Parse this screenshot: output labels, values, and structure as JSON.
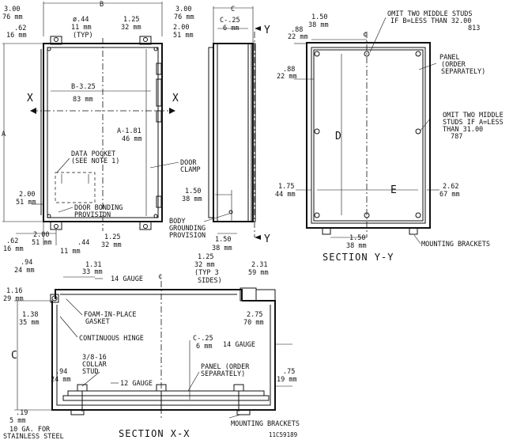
{
  "front_view": {
    "dim_b": "B",
    "dim_a": "A",
    "top_left_in": "3.00",
    "top_left_mm": "76 mm",
    "top_right_in": "3.00",
    "top_right_mm": "76 mm",
    "edge_left_in": ".62",
    "edge_left_mm": "16 mm",
    "hole_in": "ø.44",
    "hole_mm": "11 mm",
    "hole_typ": "(TYP)",
    "stud_in": "1.25",
    "stud_mm": "32 mm",
    "edge_right_in": "2.00",
    "edge_right_mm": "51 mm",
    "b_minus_in": "B-3.25",
    "b_minus_mm": "83 mm",
    "a_minus_in": "A-1.81",
    "a_minus_mm": "46 mm",
    "section_mark": "X",
    "data_pocket_1": "DATA POCKET",
    "data_pocket_2": "(SEE NOTE 1)",
    "door_bonding_1": "DOOR BONDING",
    "door_bonding_2": "PROVISION",
    "door_clamp_1": "DOOR",
    "door_clamp_2": "CLAMP",
    "left_2_in": "2.00",
    "left_2_mm": "51 mm",
    "bot_62_in": ".62",
    "bot_62_mm": "16 mm",
    "bot_200_in": "2.00",
    "bot_200_mm": "51 mm",
    "bot_44_in": ".44",
    "bot_44_mm": "11 mm",
    "bot_125_in": "1.25",
    "bot_125_mm": "32 mm"
  },
  "side_view": {
    "dim_c": "C",
    "c_minus_in": "C-.25",
    "c_minus_mm": "6 mm",
    "section_mark": "Y",
    "d150_in": "1.50",
    "d150_mm": "38 mm",
    "body_ground_1": "BODY",
    "body_ground_2": "GROUNDING",
    "body_ground_3": "PROVISION",
    "bot150_in": "1.50",
    "bot150_mm": "38 mm"
  },
  "section_yy": {
    "title": "SECTION Y-Y",
    "top_150_in": "1.50",
    "top_150_mm": "38 mm",
    "cl": "¢",
    "omit_b_1": "OMIT TWO MIDDLE STUDS",
    "omit_b_2": "IF B=LESS THAN 32.00",
    "omit_b_3": "813",
    "d88a_in": ".88",
    "d88a_mm": "22 mm",
    "d88b_in": ".88",
    "d88b_mm": "22 mm",
    "panel_1": "PANEL",
    "panel_2": "(ORDER",
    "panel_3": "SEPARATELY)",
    "omit_a_1": "OMIT TWO MIDDLE",
    "omit_a_2": "STUDS IF A=LESS",
    "omit_a_3": "THAN 31.00",
    "omit_a_4": "787",
    "dim_d": "D",
    "dim_e": "E",
    "left_175_in": "1.75",
    "left_175_mm": "44 mm",
    "right_262_in": "2.62",
    "right_262_mm": "67 mm",
    "bot_150_in": "1.50",
    "bot_150_mm": "38 mm",
    "mounting": "MOUNTING BRACKETS"
  },
  "section_xx": {
    "title": "SECTION X-X",
    "d94_in": ".94",
    "d94_mm": "24 mm",
    "d131_in": "1.31",
    "d131_mm": "33 mm",
    "d125_in": "1.25",
    "d125_mm": "32 mm",
    "d125_typ": "(TYP 3",
    "d125_sides": "SIDES)",
    "d231_in": "2.31",
    "d231_mm": "59 mm",
    "gauge14_top": "14 GAUGE",
    "d116_in": "1.16",
    "d116_mm": "29 mm",
    "foam_1": "FOAM-IN-PLACE",
    "foam_2": "GASKET",
    "cl": "¢",
    "d138_in": "1.38",
    "d138_mm": "35 mm",
    "hinge": "CONTINUOUS HINGE",
    "d275_in": "2.75",
    "d275_mm": "70 mm",
    "dim_c": "C",
    "c_minus_in": "C-.25",
    "c_minus_mm": "6 mm",
    "gauge14_right": "14 GAUGE",
    "stud_1": "3/8-16",
    "stud_2": "COLLAR",
    "stud_3": "STUD",
    "d94b_in": ".94",
    "d94b_mm": "24 mm",
    "gauge12": "12 GAUGE",
    "panel_1": "PANEL (ORDER",
    "panel_2": "SEPARATELY)",
    "d75_in": ".75",
    "d75_mm": "19 mm",
    "d19_in": ".19",
    "d19_mm": "5 mm",
    "ss_1": "10 GA. FOR",
    "ss_2": "STAINLESS STEEL",
    "mounting": "MOUNTING BRACKETS",
    "drawing_no": "11C59189"
  }
}
